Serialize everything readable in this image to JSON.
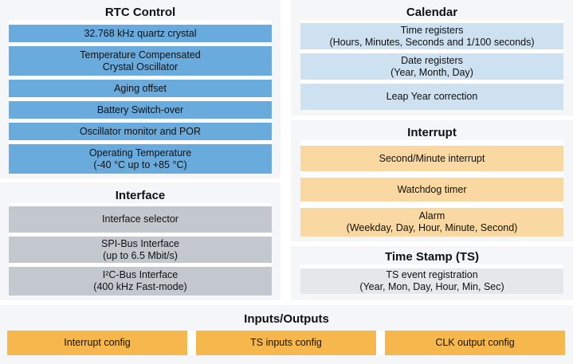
{
  "colors": {
    "panel_bg": "#f4f6f8",
    "gap": "#ffffff",
    "text": "#111111",
    "rtc_box": "#6aabdd",
    "calendar_box": "#cde1f1",
    "interrupt_box": "#fad8a1",
    "interface_box": "#c2c8cd",
    "timestamp_box": "#e5e7ea",
    "io_box": "#f6b84d"
  },
  "sections": {
    "rtc_control": {
      "title": "RTC Control",
      "items": [
        {
          "lines": [
            "32.768 kHz quartz crystal"
          ]
        },
        {
          "lines": [
            "Temperature Compensated",
            "Crystal Oscillator"
          ]
        },
        {
          "lines": [
            "Aging offset"
          ]
        },
        {
          "lines": [
            "Battery Switch-over"
          ]
        },
        {
          "lines": [
            "Oscillator monitor and POR"
          ]
        },
        {
          "lines": [
            "Operating Temperature",
            "(-40 °C up to +85 °C)"
          ]
        }
      ]
    },
    "interface": {
      "title": "Interface",
      "items": [
        {
          "lines": [
            "Interface selector"
          ]
        },
        {
          "lines": [
            "SPI-Bus Interface",
            "(up to 6.5 Mbit/s)"
          ]
        },
        {
          "lines": [
            "I²C-Bus Interface",
            "(400 kHz Fast-mode)"
          ]
        }
      ]
    },
    "calendar": {
      "title": "Calendar",
      "items": [
        {
          "lines": [
            "Time registers",
            "(Hours, Minutes, Seconds and 1/100 seconds)"
          ]
        },
        {
          "lines": [
            "Date registers",
            "(Year, Month, Day)"
          ]
        },
        {
          "lines": [
            "Leap Year correction"
          ]
        }
      ]
    },
    "interrupt": {
      "title": "Interrupt",
      "items": [
        {
          "lines": [
            "Second/Minute interrupt"
          ]
        },
        {
          "lines": [
            "Watchdog timer"
          ]
        },
        {
          "lines": [
            "Alarm",
            "(Weekday, Day, Hour, Minute, Second)"
          ]
        }
      ]
    },
    "time_stamp": {
      "title": "Time Stamp (TS)",
      "items": [
        {
          "lines": [
            "TS event registration",
            "(Year, Mon, Day, Hour, Min, Sec)"
          ]
        }
      ]
    },
    "inputs_outputs": {
      "title": "Inputs/Outputs",
      "items": [
        {
          "lines": [
            "Interrupt config"
          ]
        },
        {
          "lines": [
            "TS inputs config"
          ]
        },
        {
          "lines": [
            "CLK output config"
          ]
        }
      ]
    }
  }
}
